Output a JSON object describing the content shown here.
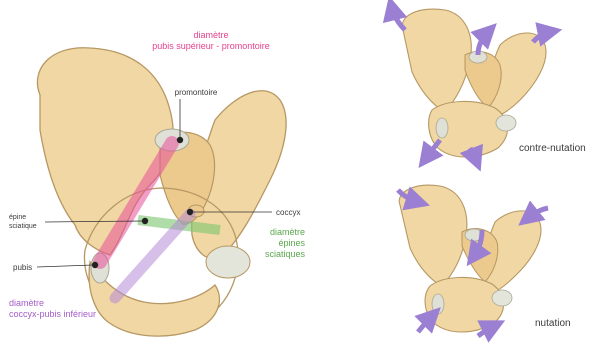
{
  "labels": {
    "sup_title_line1": "diamètre",
    "sup_title_line2": "pubis supérieur - promontoire",
    "promontoire": "promontoire",
    "coccyx": "coccyx",
    "epine_line1": "épine",
    "epine_line2": "sciatique",
    "pubis": "pubis",
    "epines_line1": "diamètre",
    "epines_line2": "épines",
    "epines_line3": "sciatiques",
    "inf_title_line1": "diamètre",
    "inf_title_line2": "coccyx-pubis inférieur",
    "contre_nutation": "contre-nutation",
    "nutation": "nutation"
  },
  "colors": {
    "bone_fill": "#f1d7a3",
    "bone_stroke": "#b69864",
    "cartilage": "#dfe1d6",
    "pink": "#e8509a",
    "pink_text": "#e4418e",
    "green": "#7cc46e",
    "green_text": "#5aa84c",
    "purple": "#b58ad6",
    "purple_text": "#a45cc8",
    "arrow": "#9b7fd3",
    "text_dark": "#3a3a3a"
  },
  "icons": {
    "motion_arrow": "curved-arrow-icon"
  }
}
